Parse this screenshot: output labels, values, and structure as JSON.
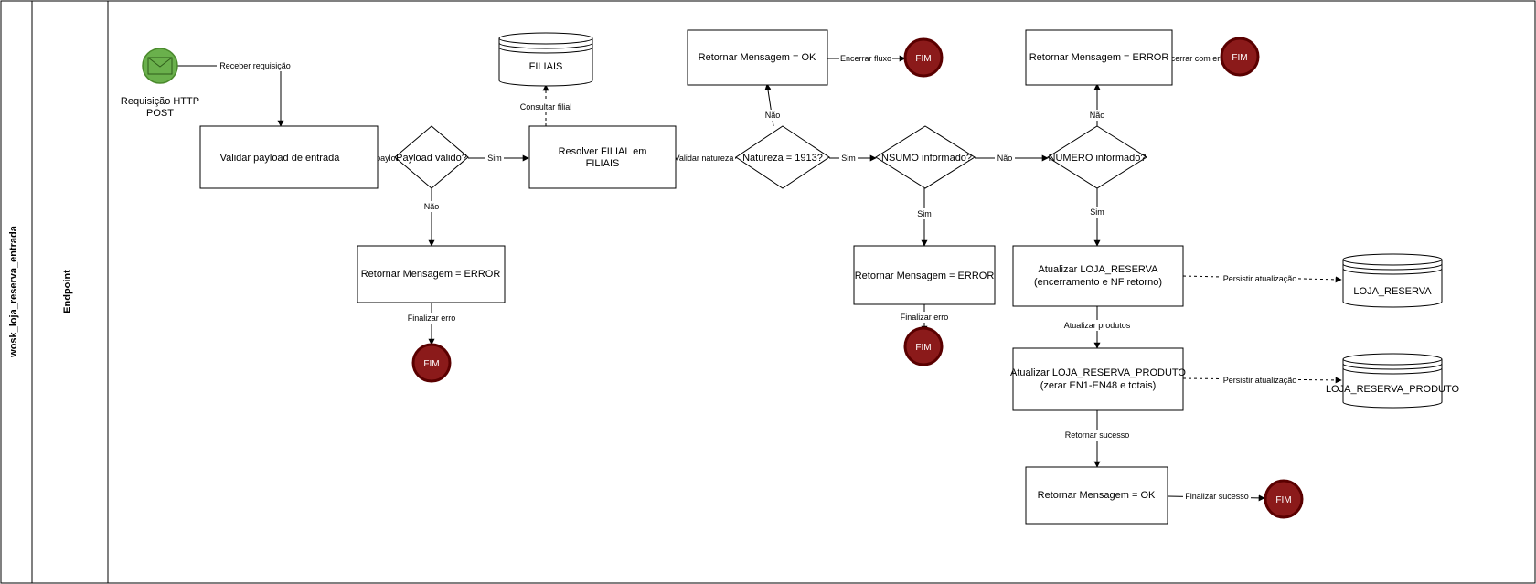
{
  "pool": {
    "title": "wosk_loja_reserva_entrada"
  },
  "lane": {
    "title": "Endpoint"
  },
  "start_event": {
    "label_line1": "Requisição HTTP",
    "label_line2": "POST",
    "icon": "envelope-icon",
    "color": "#6ab04c"
  },
  "end_event_label": "FIM",
  "colors": {
    "end_fill": "#8b1a1a",
    "end_stroke": "#5a0000",
    "stroke": "#000000"
  },
  "tasks": {
    "validar": {
      "label": "Validar payload de entrada"
    },
    "erro_payload": {
      "label": "Retornar Mensagem = ERROR"
    },
    "resolver_filial": {
      "line1": "Resolver FILIAL em",
      "line2": "FILIAIS"
    },
    "ok_natureza": {
      "label": "Retornar Mensagem = OK"
    },
    "erro_insumo": {
      "label": "Retornar Mensagem = ERROR"
    },
    "erro_numero": {
      "label": "Retornar Mensagem = ERROR"
    },
    "atualizar_reserva": {
      "line1": "Atualizar LOJA_RESERVA",
      "line2": "(encerramento e NF retorno)"
    },
    "atualizar_produto": {
      "line1": "Atualizar LOJA_RESERVA_PRODUTO",
      "line2": "(zerar EN1-EN48 e totais)"
    },
    "ok_final": {
      "label": "Retornar Mensagem = OK"
    }
  },
  "gateways": {
    "payload": {
      "label": "Payload válido?"
    },
    "natureza": {
      "label": "Natureza = 1913?"
    },
    "insumo": {
      "label": "INSUMO informado?"
    },
    "numero": {
      "label": "NUMERO informado?"
    }
  },
  "datastores": {
    "filiais": {
      "label": "FILIAIS"
    },
    "loja_reserva": {
      "label": "LOJA_RESERVA"
    },
    "loja_reserva_produto": {
      "label": "LOJA_RESERVA_PRODUTO"
    }
  },
  "flows": {
    "receber": "Receber requisição",
    "avaliar": "Avaliar payload",
    "sim_payload": "Sim",
    "nao_payload": "Não",
    "finalizar_erro_1": "Finalizar erro",
    "consultar_filial": "Consultar filial",
    "validar_natureza": "Validar natureza",
    "nao_natureza": "Não",
    "encerrar_fluxo": "Encerrar fluxo",
    "sim_natureza": "Sim",
    "sim_insumo": "Sim",
    "finalizar_erro_2": "Finalizar erro",
    "nao_insumo": "Não",
    "nao_numero": "Não",
    "encerrar_com_erro": "Encerrar com erro",
    "sim_numero": "Sim",
    "persistir_1": "Persistir atualização",
    "atualizar_produtos": "Atualizar produtos",
    "persistir_2": "Persistir atualização",
    "retornar_sucesso": "Retornar sucesso",
    "finalizar_sucesso": "Finalizar sucesso"
  }
}
